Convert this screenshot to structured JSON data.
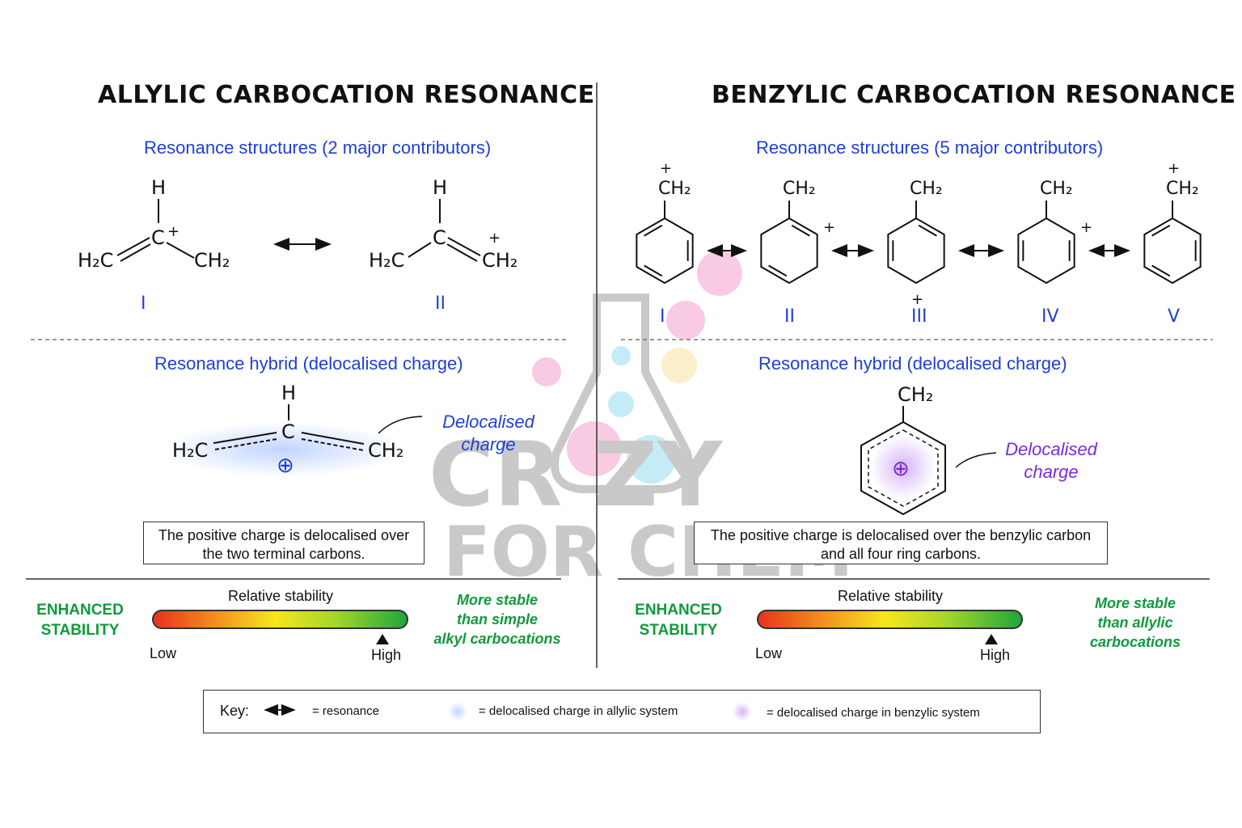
{
  "left": {
    "title": "ALLYLIC CARBOCATION RESONANCE",
    "subtitle": "Resonance structures (2 major contributors)",
    "labels": [
      "I",
      "II"
    ],
    "hybrid_title": "Resonance hybrid (delocalised charge)",
    "delocalised_label": "Delocalised\ncharge",
    "note": "The positive charge is delocalised over the two terminal carbons.",
    "enhanced": "ENHANCED\nSTABILITY",
    "stability_label": "Relative stability",
    "low": "Low",
    "high": "High",
    "comparison": "More stable\nthan simple\nalkyl carbocations",
    "stability_level": 0.9
  },
  "right": {
    "title": "BENZYLIC CARBOCATION RESONANCE",
    "subtitle": "Resonance structures (5 major contributors)",
    "labels": [
      "I",
      "II",
      "III",
      "IV",
      "V"
    ],
    "hybrid_title": "Resonance hybrid (delocalised charge)",
    "delocalised_label": "Delocalised\ncharge",
    "note": "The positive charge is delocalised over the benzylic carbon and all four ring carbons.",
    "enhanced": "ENHANCED\nSTABILITY",
    "stability_label": "Relative stability",
    "low": "Low",
    "high": "High",
    "comparison": "More stable\nthan allylic\ncarbocations",
    "stability_level": 0.88
  },
  "chem": {
    "H": "H",
    "C": "C",
    "H2C": "H₂C",
    "CH2": "CH₂",
    "plus": "+",
    "circled_plus": "⊕"
  },
  "key": {
    "label": "Key:",
    "resonance": "=  resonance",
    "allylic": "=  delocalised charge in allylic system",
    "benzylic": "=  delocalised charge in benzylic system"
  },
  "watermark": {
    "line1": "CR  ZY",
    "line2": "FOR CHEM"
  },
  "colors": {
    "roman": "#1f3fd6",
    "subtitle": "#1f3fd6",
    "green": "#0f9a3c",
    "purple": "#7a2ad8",
    "allylic_glow": "#8fb0ff",
    "benzylic_glow": "#c79cf5"
  }
}
